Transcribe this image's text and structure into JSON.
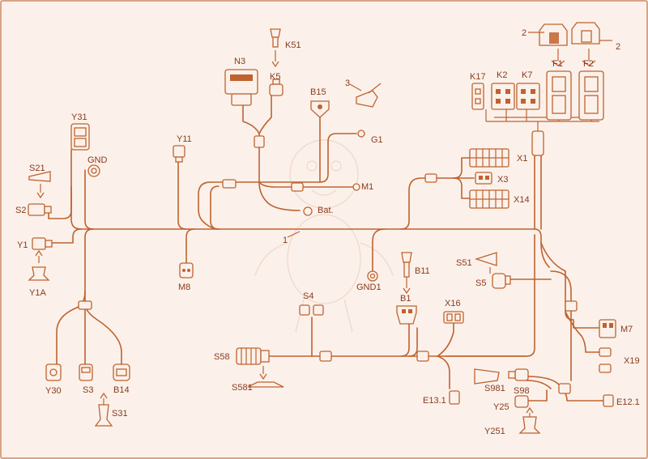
{
  "labels": {
    "n2": "2",
    "n2b": "2",
    "n3": "3",
    "n1": "1",
    "F1": "F1",
    "F2": "F2",
    "K17": "K17",
    "K2": "K2",
    "K7": "K7",
    "K51": "K51",
    "K5": "K5",
    "N3": "N3",
    "B15": "B15",
    "G1": "G1",
    "X1": "X1",
    "X3": "X3",
    "X14": "X14",
    "M1": "M1",
    "Bat": "Bat.",
    "Y31": "Y31",
    "Y11": "Y11",
    "GND": "GND",
    "S21": "S21",
    "S2": "S2",
    "Y1": "Y1",
    "Y1A": "Y1A",
    "M8": "M8",
    "GND1": "GND1",
    "B11": "B11",
    "B1": "B1",
    "X16": "X16",
    "S4": "S4",
    "S51": "S51",
    "S5": "S5",
    "M7": "M7",
    "X19": "X19",
    "S58": "S58",
    "S581": "S581",
    "S981": "S981",
    "S98": "S98",
    "Y25": "Y25",
    "Y251": "Y251",
    "E12_1": "E12.1",
    "E13_1": "E13.1",
    "Y30": "Y30",
    "S3": "S3",
    "B14": "B14",
    "S31": "S31"
  }
}
